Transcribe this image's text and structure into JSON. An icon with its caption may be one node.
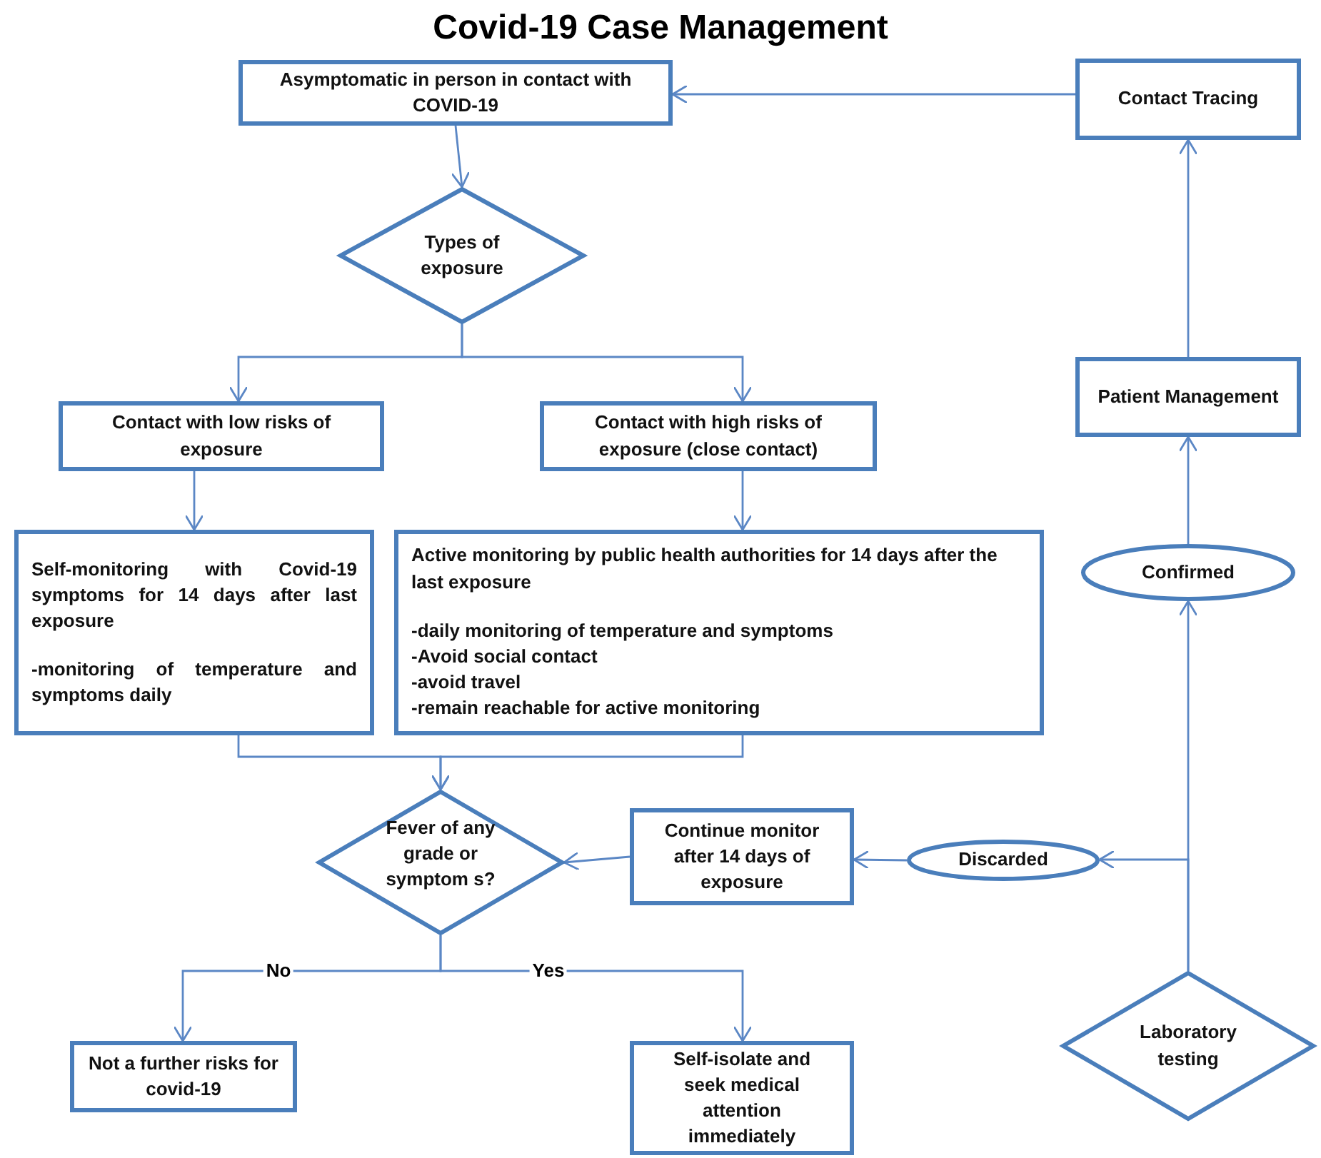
{
  "diagram": {
    "title": "Covid-19 Case Management",
    "nodes": [
      {
        "text": [
          "Asymptomatic in person in contact with COVID-19"
        ]
      },
      {
        "text": [
          "Types of exposure"
        ]
      },
      {
        "text": [
          "Contact with low risks of exposure"
        ]
      },
      {
        "text": [
          "Contact with high risks of exposure (close contact)"
        ]
      },
      {
        "text": [
          "Self-monitoring with Covid-19 symptoms for 14 days after last exposure",
          "-monitoring of temperature and symptoms daily"
        ]
      },
      {
        "text": [
          "Active monitoring by public health authorities for 14 days after the last exposure",
          "-daily monitoring of temperature and symptoms",
          "-Avoid social contact",
          "-avoid travel",
          "-remain reachable for active monitoring"
        ]
      },
      {
        "text": [
          "Fever of any grade or symptom s?"
        ]
      },
      {
        "text": [
          "Continue monitor after 14 days of exposure"
        ]
      },
      {
        "text": [
          "Discarded"
        ]
      },
      {
        "text": [
          "Not a further risks for covid-19"
        ]
      },
      {
        "text": [
          "Self-isolate and seek medical attention immediately"
        ]
      },
      {
        "text": [
          "Laboratory testing"
        ]
      },
      {
        "text": [
          "Confirmed"
        ]
      },
      {
        "text": [
          "Patient Management"
        ]
      },
      {
        "text": [
          "Contact Tracing"
        ]
      }
    ],
    "edges": [
      {
        "from": 0,
        "to": 1,
        "arrow": "to"
      },
      {
        "from": 1,
        "to": 2,
        "arrow": "to"
      },
      {
        "from": 1,
        "to": 3,
        "arrow": "to"
      },
      {
        "from": 2,
        "to": 4,
        "arrow": "to"
      },
      {
        "from": 3,
        "to": 5,
        "arrow": "to"
      },
      {
        "from": 4,
        "to": 6,
        "arrow": "to"
      },
      {
        "from": 5,
        "to": 6,
        "arrow": "to"
      },
      {
        "from": 6,
        "to": 9,
        "arrow": "to",
        "label": "No"
      },
      {
        "from": 6,
        "to": 10,
        "arrow": "to",
        "label": "Yes"
      },
      {
        "from": 7,
        "to": 6,
        "arrow": "to"
      },
      {
        "from": 8,
        "to": 7,
        "arrow": "to"
      },
      {
        "from": 11,
        "to": 8,
        "arrow": "to"
      },
      {
        "from": 11,
        "to": 12,
        "arrow": "to"
      },
      {
        "from": 12,
        "to": 13,
        "arrow": "to"
      },
      {
        "from": 13,
        "to": 14,
        "arrow": "to"
      },
      {
        "from": 14,
        "to": 0,
        "arrow": "to"
      }
    ]
  }
}
